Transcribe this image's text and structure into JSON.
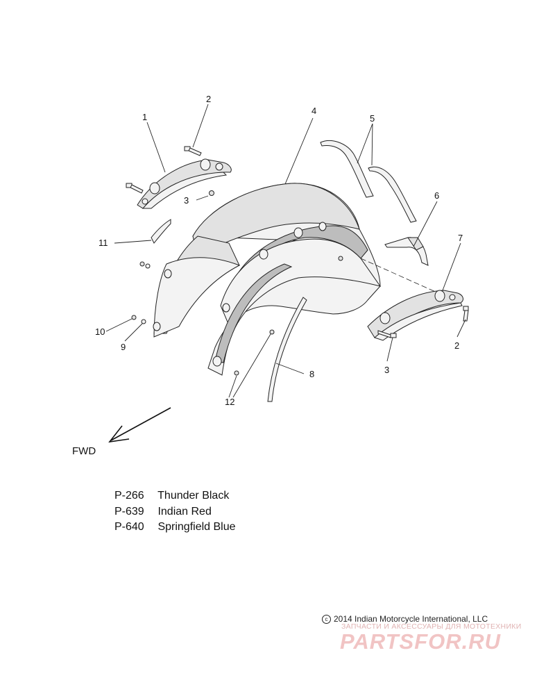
{
  "callouts": {
    "c1": "1",
    "c2a": "2",
    "c2b": "2",
    "c3a": "3",
    "c3b": "3",
    "c4": "4",
    "c5": "5",
    "c6": "6",
    "c7": "7",
    "c8": "8",
    "c9": "9",
    "c10": "10",
    "c11": "11",
    "c12": "12"
  },
  "direction_label": "FWD",
  "legend": [
    {
      "code": "P-266",
      "name": "Thunder Black"
    },
    {
      "code": "P-639",
      "name": "Indian Red"
    },
    {
      "code": "P-640",
      "name": "Springfield Blue"
    }
  ],
  "copyright": "2014 Indian Motorcycle International, LLC",
  "watermark": {
    "tagline": "ЗАПЧАСТИ И АКСЕССУАРЫ ДЛЯ МОТОТЕХНИКИ",
    "logo": "PARTSFOR.RU",
    "color": "#f1c4c4"
  }
}
